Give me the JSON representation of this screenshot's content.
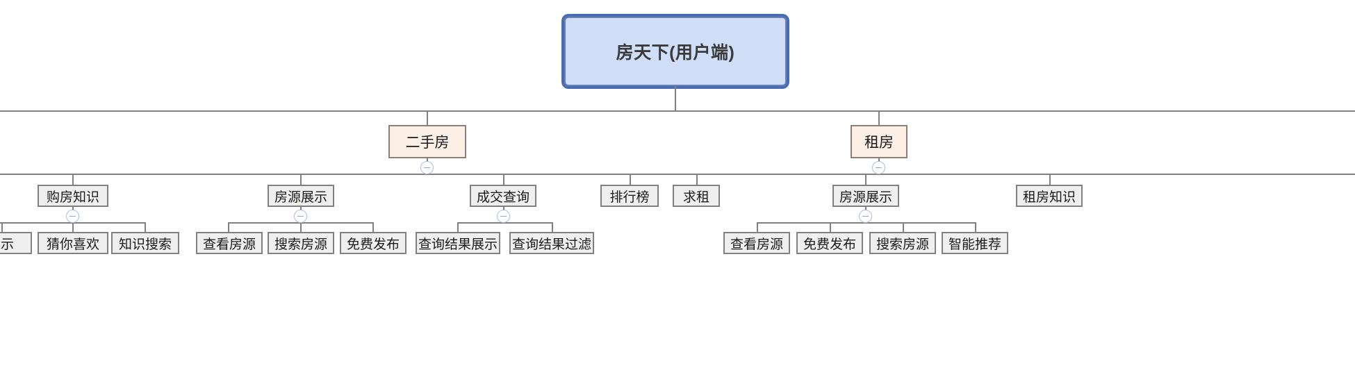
{
  "diagram": {
    "type": "mind-map-tree",
    "title": "房天下(用户端)",
    "colors": {
      "root_fill": "#cfddf7",
      "root_border": "#4a6cb3",
      "level2_fill": "#fcf0e6",
      "level2_border": "#8a8078",
      "node_fill": "#efefef",
      "node_border": "#808080",
      "connector": "#808080",
      "toggle_border": "#a8bde0"
    },
    "root": {
      "label": "房天下(用户端)"
    },
    "level2": [
      {
        "label": "二手房",
        "toggle": "collapse-minus-icon"
      },
      {
        "label": "租房",
        "toggle": "collapse-minus-icon"
      }
    ],
    "level3": [
      {
        "label": "购房知识",
        "toggle": "collapse-minus-icon"
      },
      {
        "label": "房源展示",
        "toggle": "collapse-minus-icon"
      },
      {
        "label": "成交查询",
        "toggle": "collapse-minus-icon"
      },
      {
        "label": "排行榜",
        "toggle": null
      },
      {
        "label": "求租",
        "toggle": null
      },
      {
        "label": "房源展示",
        "toggle": "collapse-minus-icon"
      },
      {
        "label": "租房知识",
        "toggle": null
      }
    ],
    "level4": [
      {
        "label": "展示",
        "parent": "购房知识",
        "clipped": true
      },
      {
        "label": "猜你喜欢",
        "parent": "购房知识"
      },
      {
        "label": "知识搜索",
        "parent": "购房知识"
      },
      {
        "label": "查看房源",
        "parent": "房源展示"
      },
      {
        "label": "搜索房源",
        "parent": "房源展示"
      },
      {
        "label": "免费发布",
        "parent": "房源展示"
      },
      {
        "label": "查询结果展示",
        "parent": "成交查询"
      },
      {
        "label": "查询结果过滤",
        "parent": "成交查询"
      },
      {
        "label": "查看房源",
        "parent": "房源展示"
      },
      {
        "label": "免费发布",
        "parent": "房源展示"
      },
      {
        "label": "搜索房源",
        "parent": "房源展示"
      },
      {
        "label": "智能推荐",
        "parent": "房源展示"
      }
    ]
  }
}
